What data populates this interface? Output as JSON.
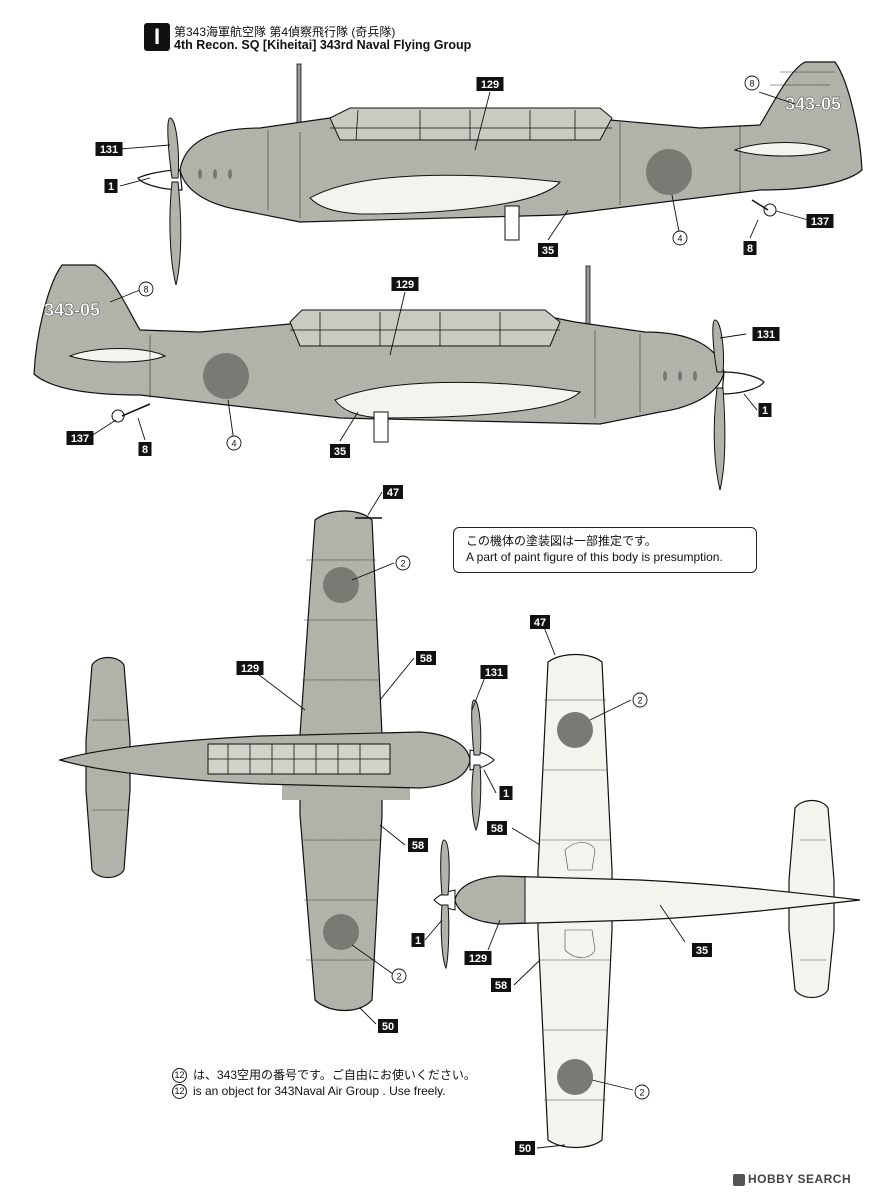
{
  "header": {
    "badge": "I",
    "title_jp": "第343海軍航空隊 第4偵察飛行隊 (奇兵隊)",
    "title_en": "4th Recon. SQ [Kiheitai] 343rd Naval Flying Group"
  },
  "tail_code": "343-05",
  "callouts": {
    "c1": "1",
    "c8": "8",
    "c35": "35",
    "c47": "47",
    "c50": "50",
    "c58": "58",
    "c129": "129",
    "c131": "131",
    "c137": "137"
  },
  "circled": {
    "c2": "2",
    "c4": "4",
    "c8": "8"
  },
  "note": {
    "jp": "この機体の塗装図は一部推定です。",
    "en": "A part of paint figure of this body is presumption."
  },
  "bottom_note": {
    "marker": "12",
    "jp": "は、343空用の番号です。ご自由にお使いください。",
    "en": "is an object for 343Naval Air Group . Use freely."
  },
  "watermark": "HOBBY SEARCH",
  "colors": {
    "aircraft_gray": "#b3b5ac",
    "underside_white": "#f4f4ef",
    "hinomaru": "#7a7a74",
    "ink": "#111111"
  }
}
